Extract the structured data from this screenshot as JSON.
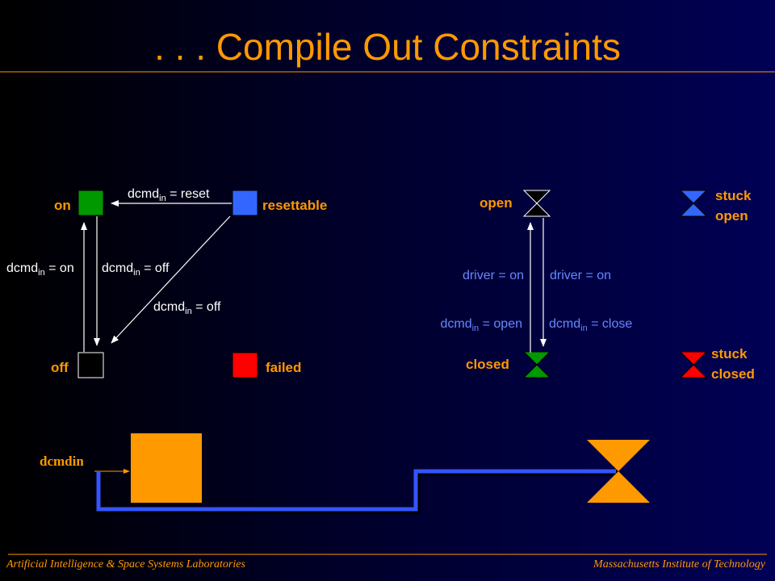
{
  "title": ". . . Compile Out Constraints",
  "left_machine": {
    "states": {
      "on": "on",
      "resettable": "resettable",
      "off": "off",
      "failed": "failed"
    },
    "transitions": {
      "resettable_to_on": {
        "prefix": "dcmd",
        "sub": "in",
        "suffix": " = reset"
      },
      "off_to_on": {
        "prefix": "dcmd",
        "sub": "in",
        "suffix": " = on"
      },
      "on_to_off": {
        "prefix": "dcmd",
        "sub": "in",
        "suffix": " = off"
      },
      "resettable_to_off": {
        "prefix": "dcmd",
        "sub": "in",
        "suffix": " = off"
      }
    }
  },
  "right_machine": {
    "states": {
      "open": "open",
      "closed": "closed",
      "stuck_open": [
        "stuck",
        "open"
      ],
      "stuck_closed": [
        "stuck",
        "closed"
      ]
    },
    "transitions": {
      "closed_to_open": {
        "guard": "driver = on",
        "cmd": {
          "prefix": "dcmd",
          "sub": "in",
          "suffix": " = open"
        }
      },
      "open_to_closed": {
        "guard": "driver = on",
        "cmd": {
          "prefix": "dcmd",
          "sub": "in",
          "suffix": " = close"
        }
      }
    }
  },
  "circuit": {
    "input_label": "dcmdin"
  },
  "footer": {
    "left": "Artificial Intelligence & Space Systems Laboratories",
    "right": "Massachusetts Institute of Technology"
  },
  "colors": {
    "background_left": "#000000",
    "background_right": "#000055",
    "title": "#ff9900",
    "label_white": "#ffffff",
    "label_orange": "#ff9900",
    "guard_blue": "#6688ff",
    "state_on": "#009900",
    "state_resettable": "#3366ff",
    "state_off": "#000000",
    "state_failed": "#ff0000",
    "valve_open": "#000000",
    "valve_closed": "#009900",
    "valve_stuck_open": "#3366ff",
    "valve_stuck_closed": "#ff0000",
    "wire": "#3355ff",
    "component": "#ff9900"
  }
}
